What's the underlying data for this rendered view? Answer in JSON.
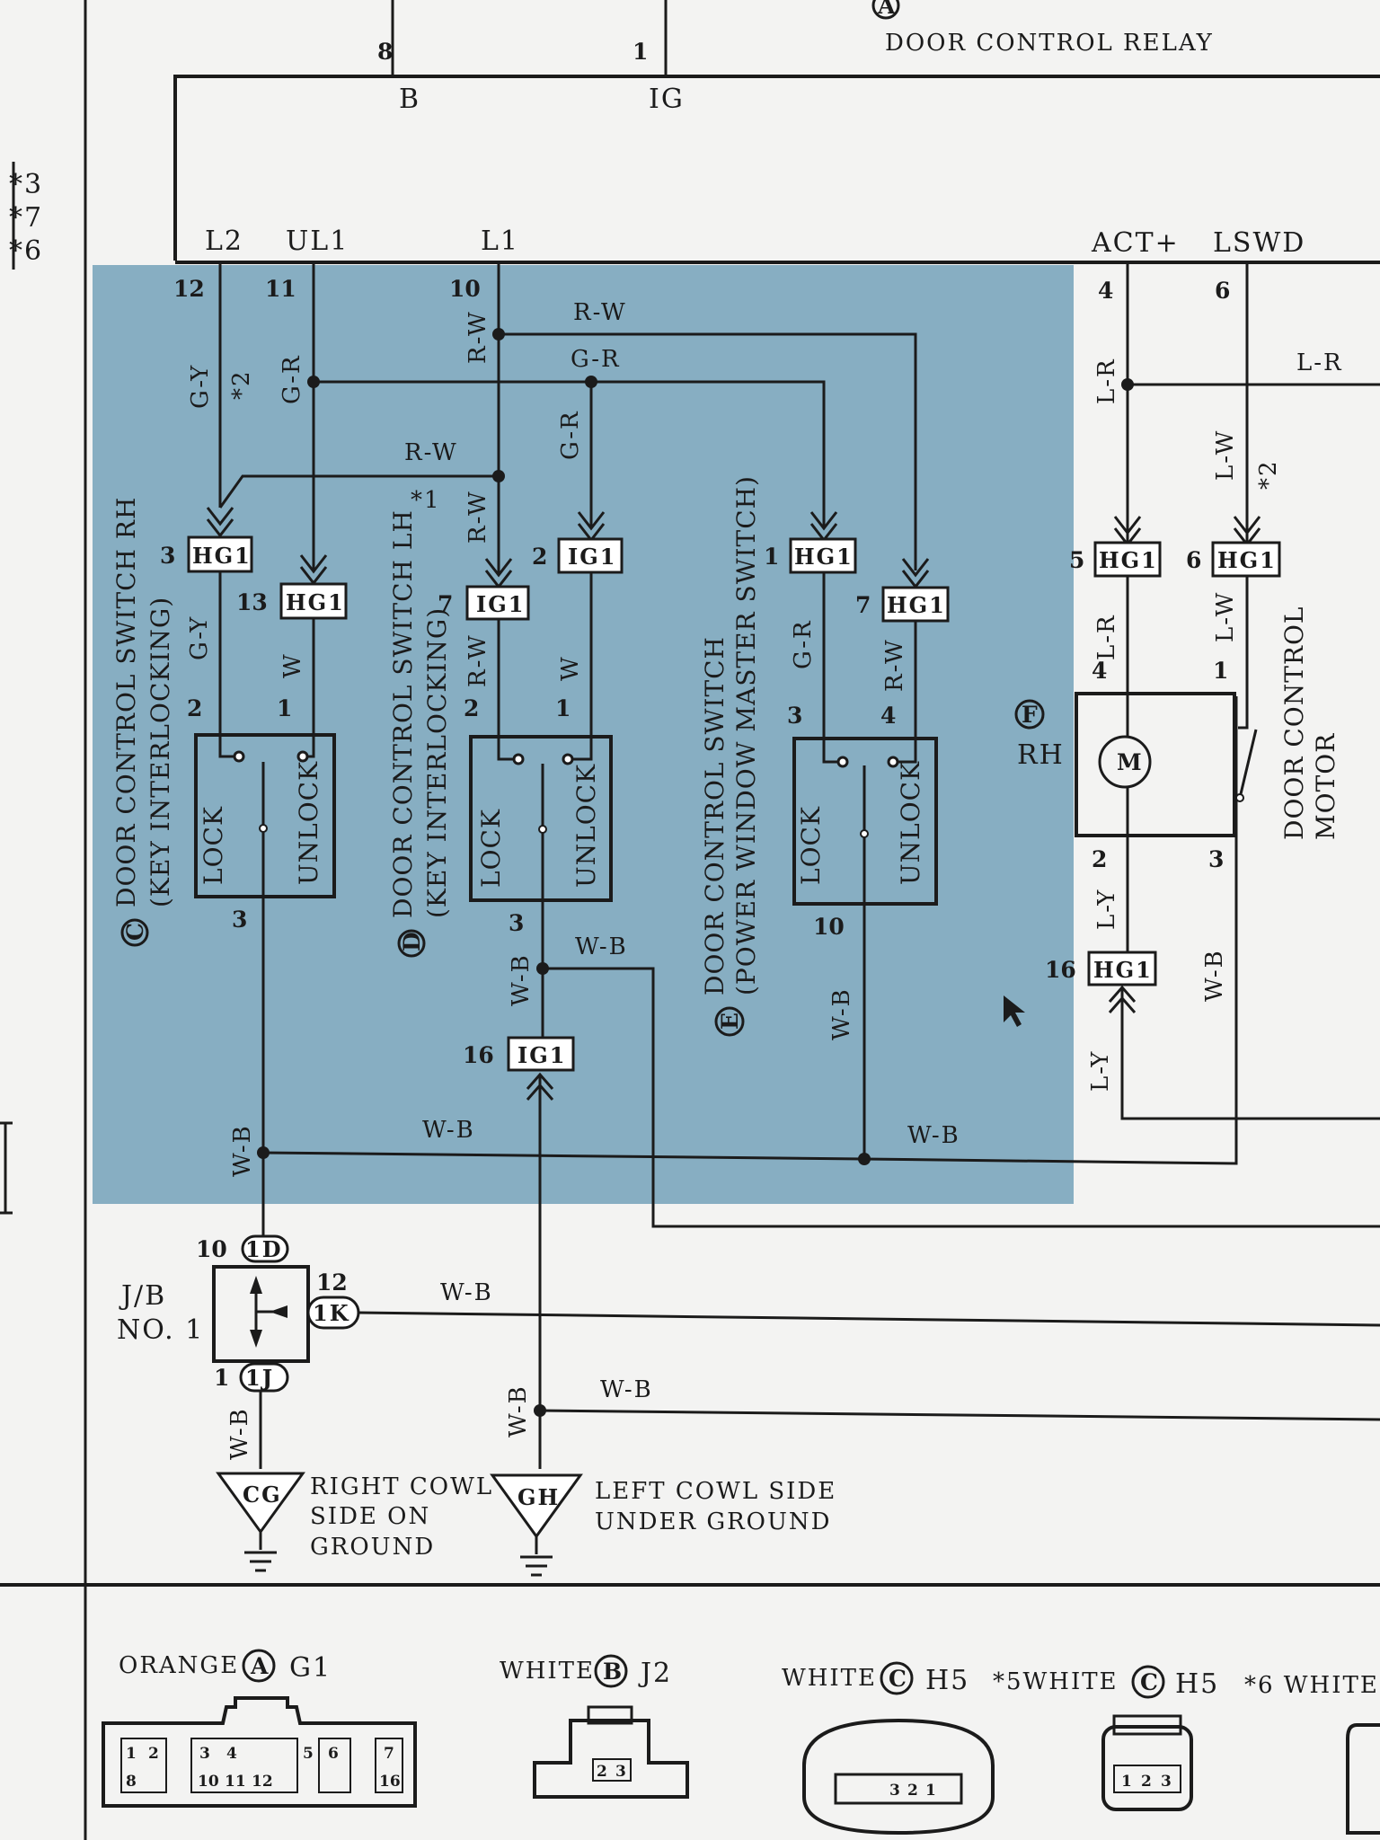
{
  "relay": {
    "letter": "A",
    "title": "DOOR CONTROL RELAY",
    "pin_b_num": "8",
    "pin_ig_num": "1",
    "pin_b": "B",
    "pin_ig": "IG",
    "term_l2": "L2",
    "term_ul1": "UL1",
    "term_l1": "L1",
    "term_act": "ACT+",
    "term_lswd": "LSWD"
  },
  "left_notes": [
    "*3",
    "*7",
    "*6"
  ],
  "wires": {
    "gy": "G-Y",
    "gr": "G-R",
    "rw": "R-W",
    "w": "W",
    "wb": "W-B",
    "lr": "L-R",
    "lw": "L-W",
    "ly": "L-Y"
  },
  "notes": {
    "n1": "*1",
    "n2": "*2"
  },
  "pins": {
    "p12": "12",
    "p11": "11",
    "p10": "10",
    "p4": "4",
    "p6": "6",
    "p3": "3",
    "p13": "13",
    "p7": "7",
    "p2": "2",
    "p1": "1",
    "p5": "5",
    "p16": "16"
  },
  "connectors": {
    "hg1": "HG1",
    "ig1": "IG1",
    "d1": "1D",
    "k1": "1K",
    "j1": "1J",
    "cg": "CG",
    "gh": "GH"
  },
  "switches": {
    "lock": "LOCK",
    "unlock": "UNLOCK",
    "c_letter": "C",
    "c_name": "DOOR CONTROL SWITCH RH",
    "c_sub": "(KEY INTERLOCKING)",
    "d_letter": "D",
    "d_name": "DOOR CONTROL SWITCH LH",
    "d_sub": "(KEY INTERLOCKING)",
    "e_letter": "E",
    "e_name": "DOOR CONTROL SWITCH",
    "e_sub": "(POWER WINDOW MASTER SWITCH)"
  },
  "motor": {
    "letter": "F",
    "side": "RH",
    "name1": "DOOR CONTROL",
    "name2": "MOTOR",
    "m": "M"
  },
  "jb": {
    "line1": "J/B",
    "line2": "NO. 1",
    "pin10": "10",
    "pin12": "12",
    "pin1": "1"
  },
  "grounds": {
    "right_1": "RIGHT COWL",
    "right_2": "SIDE ON",
    "right_3": "GROUND",
    "left_1": "LEFT COWL SIDE",
    "left_2": "UNDER GROUND"
  },
  "legend": {
    "a_color": "ORANGE",
    "a_letter": "A",
    "a_code": "G1",
    "b_color": "WHITE",
    "b_letter": "B",
    "b_code": "J2",
    "c_color": "WHITE",
    "c_letter": "C",
    "c_code": "H5",
    "c5_prefix": "*5WHITE",
    "c5_letter": "C",
    "c5_code": "H5",
    "c6_prefix": "*6 WHITE",
    "a_pins_top": [
      "1",
      "2",
      "3",
      "4",
      "5",
      "6",
      "7"
    ],
    "a_pins_bot": [
      "8",
      "10",
      "11",
      "12",
      "16"
    ],
    "b_pins": [
      "2",
      "3"
    ],
    "c_pins": [
      "3",
      "2",
      "1"
    ],
    "c5_pins": [
      "1",
      "2",
      "3"
    ]
  },
  "colors": {
    "highlight": "#6f9fb7",
    "ink": "#1b1b1b",
    "paper": "#f3f3f2"
  }
}
